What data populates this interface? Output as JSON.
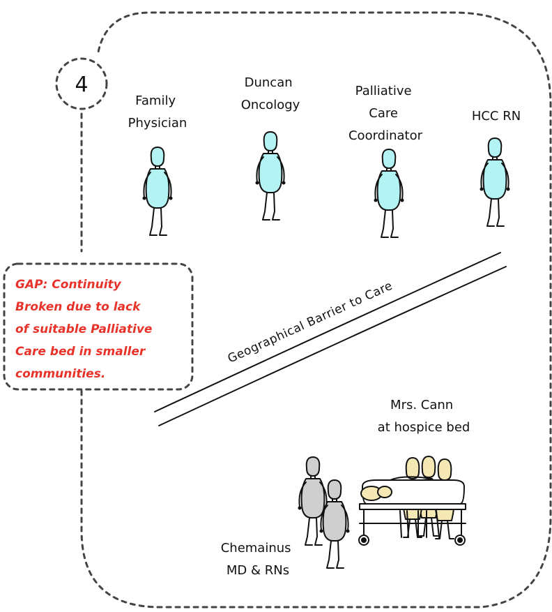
{
  "step_number": "4",
  "care_team": [
    {
      "label_lines": [
        "Family",
        "Physician"
      ],
      "icon": "person-figure"
    },
    {
      "label_lines": [
        "Duncan",
        "Oncology"
      ],
      "icon": "person-figure"
    },
    {
      "label_lines": [
        "Palliative",
        "Care",
        "Coordinator"
      ],
      "icon": "person-figure"
    },
    {
      "label_lines": [
        "HCC RN"
      ],
      "icon": "person-figure"
    }
  ],
  "barrier": {
    "label": "Geographical Barrier to Care"
  },
  "gap_note": {
    "lines": [
      "GAP: Continuity",
      "Broken due to lack",
      "of suitable Palliative",
      "Care bed in smaller",
      "communities."
    ]
  },
  "hospice": {
    "label_lines": [
      "Mrs. Cann",
      "at hospice bed"
    ]
  },
  "local_team": {
    "label_lines": [
      "Chemainus",
      "MD & RNs"
    ]
  },
  "colors": {
    "care_team_fill": "#b3f3f3",
    "local_team_fill": "#cfcfcf",
    "family_fill": "#f5e8b4",
    "gap_text": "#e8332b",
    "outline": "#111111"
  }
}
